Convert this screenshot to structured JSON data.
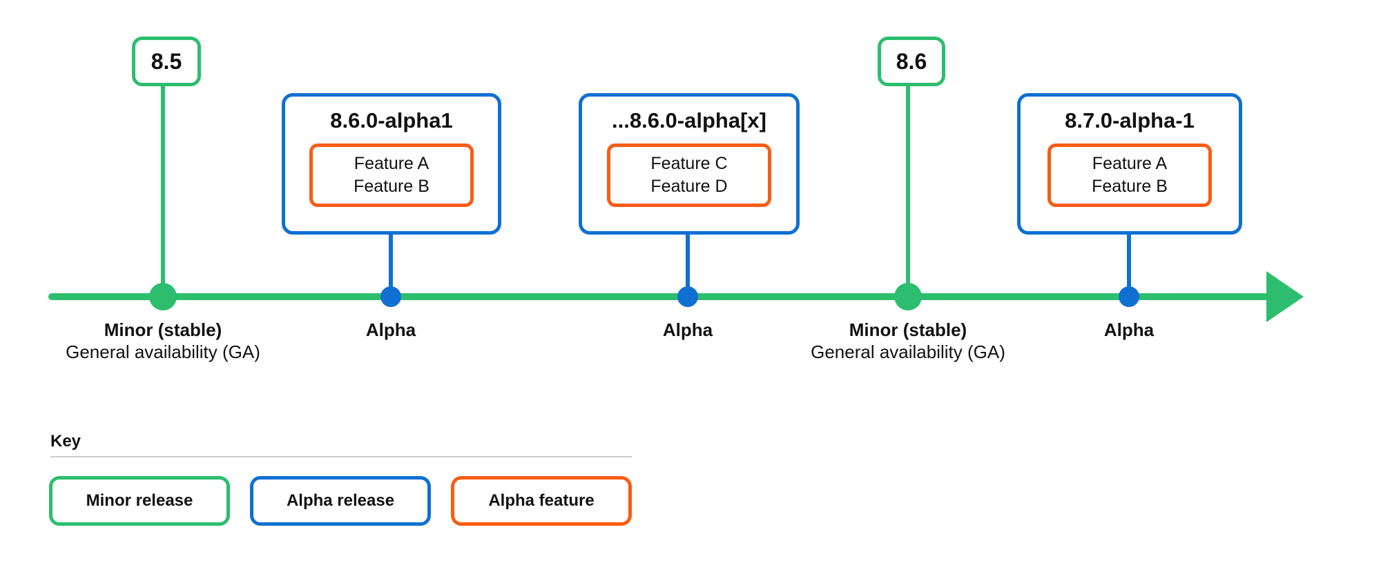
{
  "colors": {
    "minor_release_green": "#2CBE6E",
    "alpha_release_blue": "#0F70D2",
    "alpha_feature_orange": "#F95C14",
    "text": "#111111",
    "divider_gray": "#cccccc"
  },
  "stops": [
    {
      "kind": "minor",
      "version": "8.5",
      "label1": "Minor (stable)",
      "label2": "General availability (GA)"
    },
    {
      "kind": "alpha",
      "title": "8.6.0-alpha1",
      "feature1": "Feature A",
      "feature2": "Feature B",
      "label1": "Alpha"
    },
    {
      "kind": "alpha",
      "title": "...8.6.0-alpha[x]",
      "feature1": "Feature C",
      "feature2": "Feature D",
      "label1": "Alpha"
    },
    {
      "kind": "minor",
      "version": "8.6",
      "label1": "Minor (stable)",
      "label2": "General availability (GA)"
    },
    {
      "kind": "alpha",
      "title": "8.7.0-alpha-1",
      "feature1": "Feature A",
      "feature2": "Feature B",
      "label1": "Alpha"
    }
  ],
  "key": {
    "title": "Key",
    "items": [
      {
        "label": "Minor release",
        "color": "#2CBE6E"
      },
      {
        "label": "Alpha release",
        "color": "#0F70D2"
      },
      {
        "label": "Alpha feature",
        "color": "#F95C14"
      }
    ]
  }
}
